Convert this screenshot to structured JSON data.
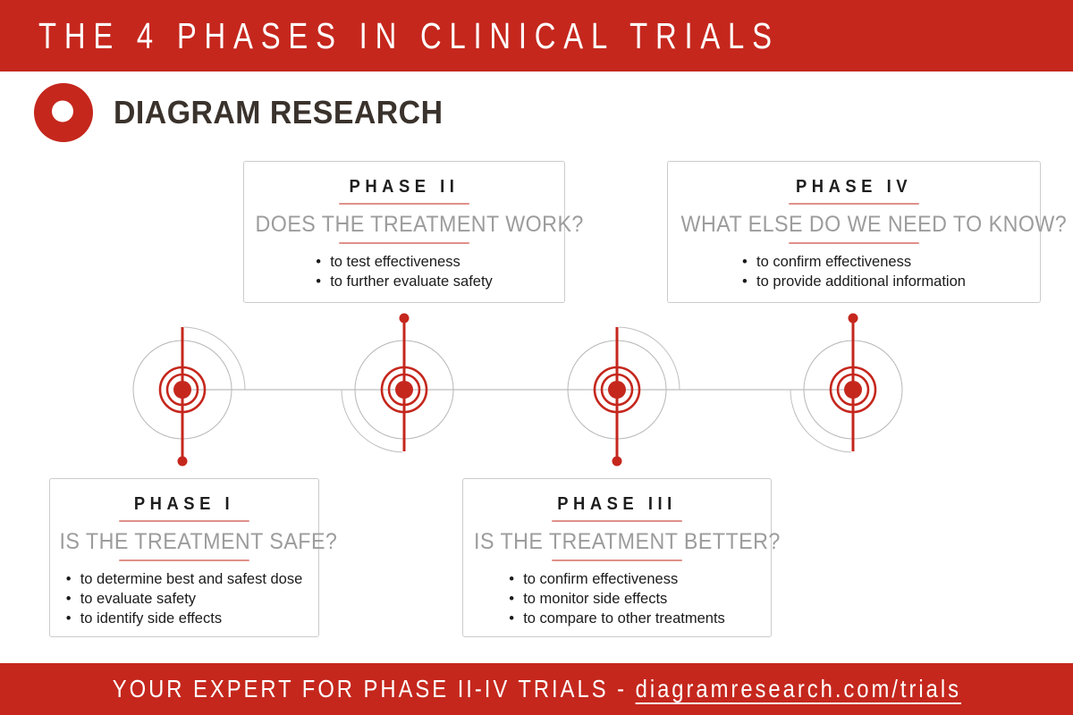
{
  "colors": {
    "brand_red": "#c5271d",
    "salmon_divider": "#e0908a",
    "question_gray": "#9c9c9c",
    "dark_text": "#1e1e1e",
    "logo_text": "#3a322c",
    "card_border": "#cbcbcb",
    "timeline_gray": "#b7b7b7",
    "white": "#ffffff"
  },
  "header": {
    "title": "THE 4 PHASES IN CLINICAL TRIALS"
  },
  "logo": {
    "icon": "target-dot-icon",
    "name": "DIAGRAM RESEARCH"
  },
  "phases": [
    {
      "title": "PHASE I",
      "question": "IS THE TREATMENT SAFE?",
      "bullets": [
        "to determine best and safest dose",
        "to evaluate safety",
        "to identify side effects"
      ],
      "card_position": "below-timeline"
    },
    {
      "title": "PHASE II",
      "question": "DOES THE TREATMENT WORK?",
      "bullets": [
        "to test effectiveness",
        "to further evaluate safety"
      ],
      "card_position": "above-timeline"
    },
    {
      "title": "PHASE III",
      "question": "IS THE TREATMENT BETTER?",
      "bullets": [
        "to confirm effectiveness",
        "to monitor side effects",
        "to compare to other treatments"
      ],
      "card_position": "below-timeline"
    },
    {
      "title": "PHASE IV",
      "question": "WHAT ELSE DO WE NEED TO KNOW?",
      "bullets": [
        "to confirm effectiveness",
        "to provide additional information"
      ],
      "card_position": "above-timeline"
    }
  ],
  "timeline": {
    "marker_icons": [
      "target-rings-icon",
      "target-rings-icon",
      "target-rings-icon",
      "target-rings-icon"
    ]
  },
  "footer": {
    "text_prefix": "YOUR EXPERT FOR PHASE II-IV TRIALS - ",
    "link": "diagramresearch.com/trials"
  }
}
